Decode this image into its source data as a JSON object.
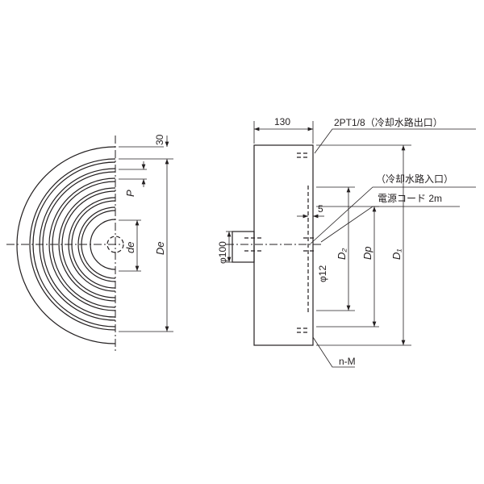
{
  "front_view": {
    "dim_top": "30",
    "dim_pitch": "P",
    "dim_inner": "de",
    "dim_outer": "De"
  },
  "side_view": {
    "dim_width": "130",
    "outlet_label": "2PT1/8（冷却水路出口）",
    "inlet_label": "（冷却水路入口）",
    "cord_label": "電源コード 2m",
    "dim_gap": "5",
    "dim_boss": "φ100",
    "dim_hole": "φ12",
    "dim_d2": "D₂",
    "dim_dp": "Dp",
    "dim_d1": "D₁",
    "screw_label": "n-M"
  }
}
